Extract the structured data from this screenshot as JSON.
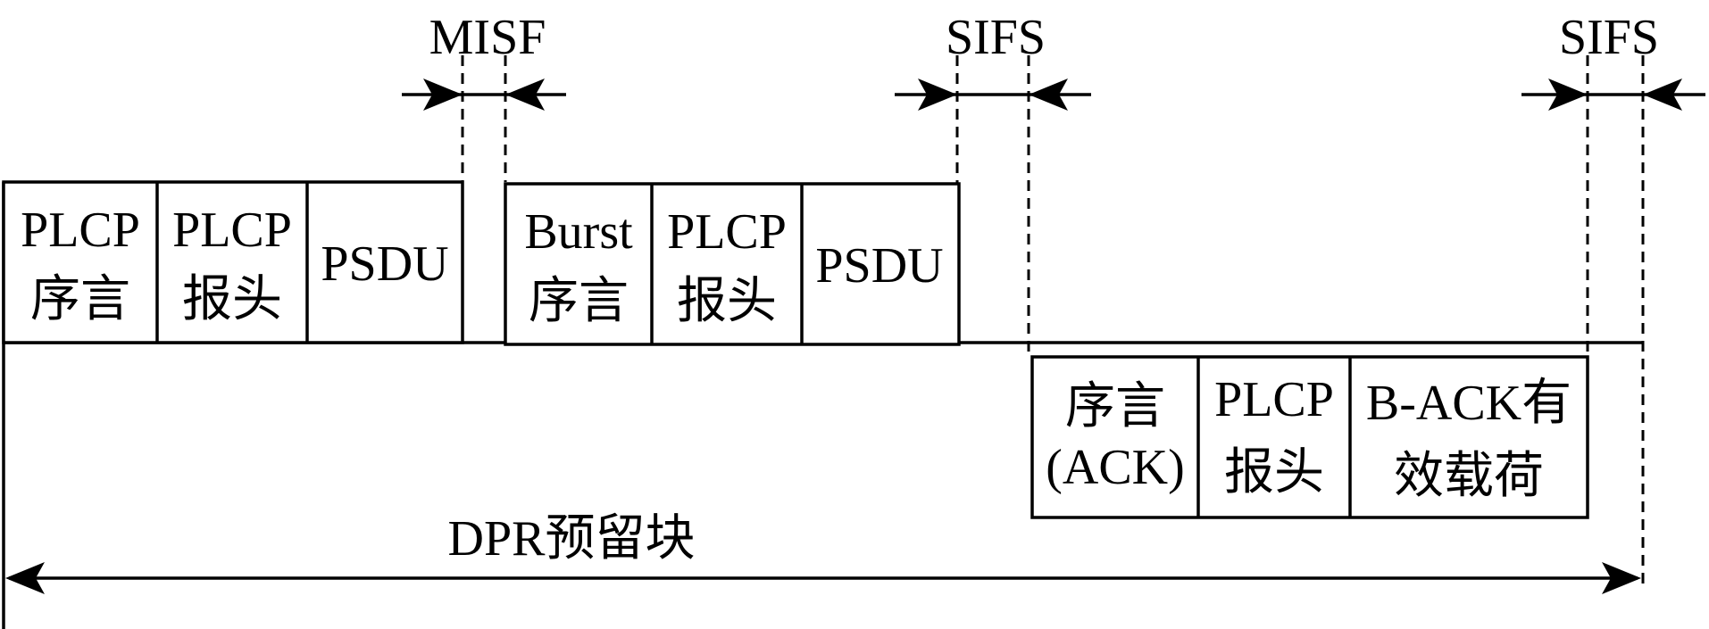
{
  "intervals": {
    "misf": "MISF",
    "sifs_1": "SIFS",
    "sifs_2": "SIFS"
  },
  "data_frame": {
    "preamble": [
      "PLCP",
      "序言"
    ],
    "header": [
      "PLCP",
      "报头"
    ],
    "psdu": "PSDU"
  },
  "burst_frame": {
    "preamble": [
      "Burst",
      "序言"
    ],
    "header": [
      "PLCP",
      "报头"
    ],
    "psdu": "PSDU"
  },
  "ack_frame": {
    "preamble": [
      "序言",
      "(ACK)"
    ],
    "header": [
      "PLCP",
      "报头"
    ],
    "payload": [
      "B-ACK有",
      "效载荷"
    ]
  },
  "reservation_label": "DPR预留块"
}
